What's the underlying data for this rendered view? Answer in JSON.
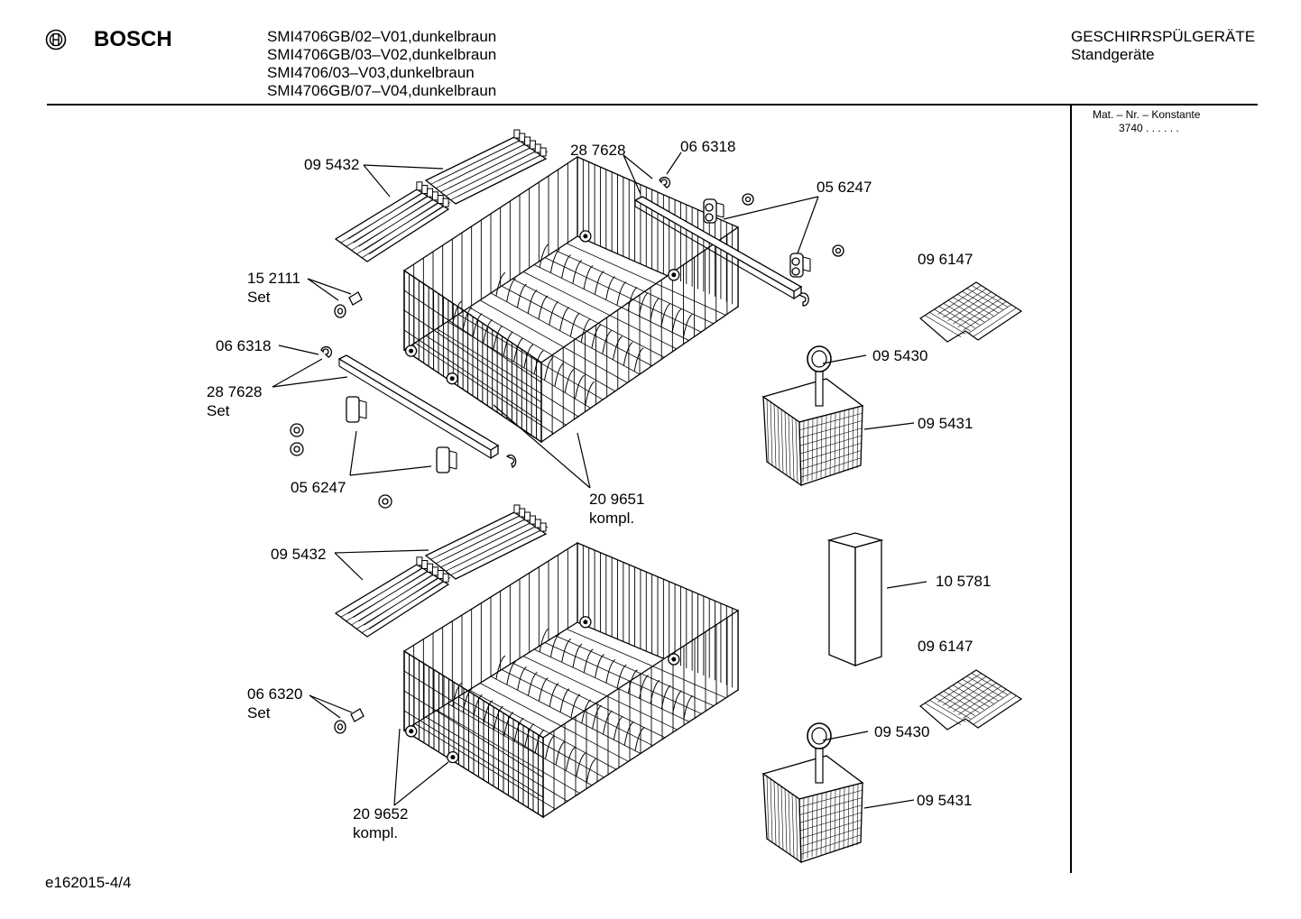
{
  "header": {
    "brand": "BOSCH",
    "logo_icon": "bosch-armature-logo-icon",
    "models": [
      "SMI4706GB/02–V01,dunkelbraun",
      "SMI4706GB/03–V02,dunkelbraun",
      "SMI4706/03–V03,dunkelbraun",
      "SMI4706GB/07–V04,dunkelbraun"
    ],
    "category": "GESCHIRRSPÜLGERÄTE",
    "subcategory": "Standgeräte"
  },
  "sidebar": {
    "title": "Mat. – Nr. – Konstante",
    "value": "3740 .  .   .  .  .  ."
  },
  "footer": {
    "doc_id": "e162015-4/4"
  },
  "labels": {
    "p095432_a": "09 5432",
    "p287628_a": "28 7628",
    "p066318_a": "06 6318",
    "p056247_a": "05 6247",
    "p096147_a": "09 6147",
    "p152111": "15 2111",
    "set_a": "Set",
    "p066318_b": "06 6318",
    "p287628_b": "28 7628",
    "set_b": "Set",
    "p095430_a": "09 5430",
    "p095431_a": "09 5431",
    "p056247_b": "05 6247",
    "p209651": "20 9651",
    "kompl_a": "kompl.",
    "p095432_b": "09 5432",
    "p105781": "10 5781",
    "p096147_b": "09 6147",
    "p066320": "06 6320",
    "set_c": "Set",
    "p095430_b": "09 5430",
    "p095431_b": "09 5431",
    "p209652": "20 9652",
    "kompl_b": "kompl."
  }
}
